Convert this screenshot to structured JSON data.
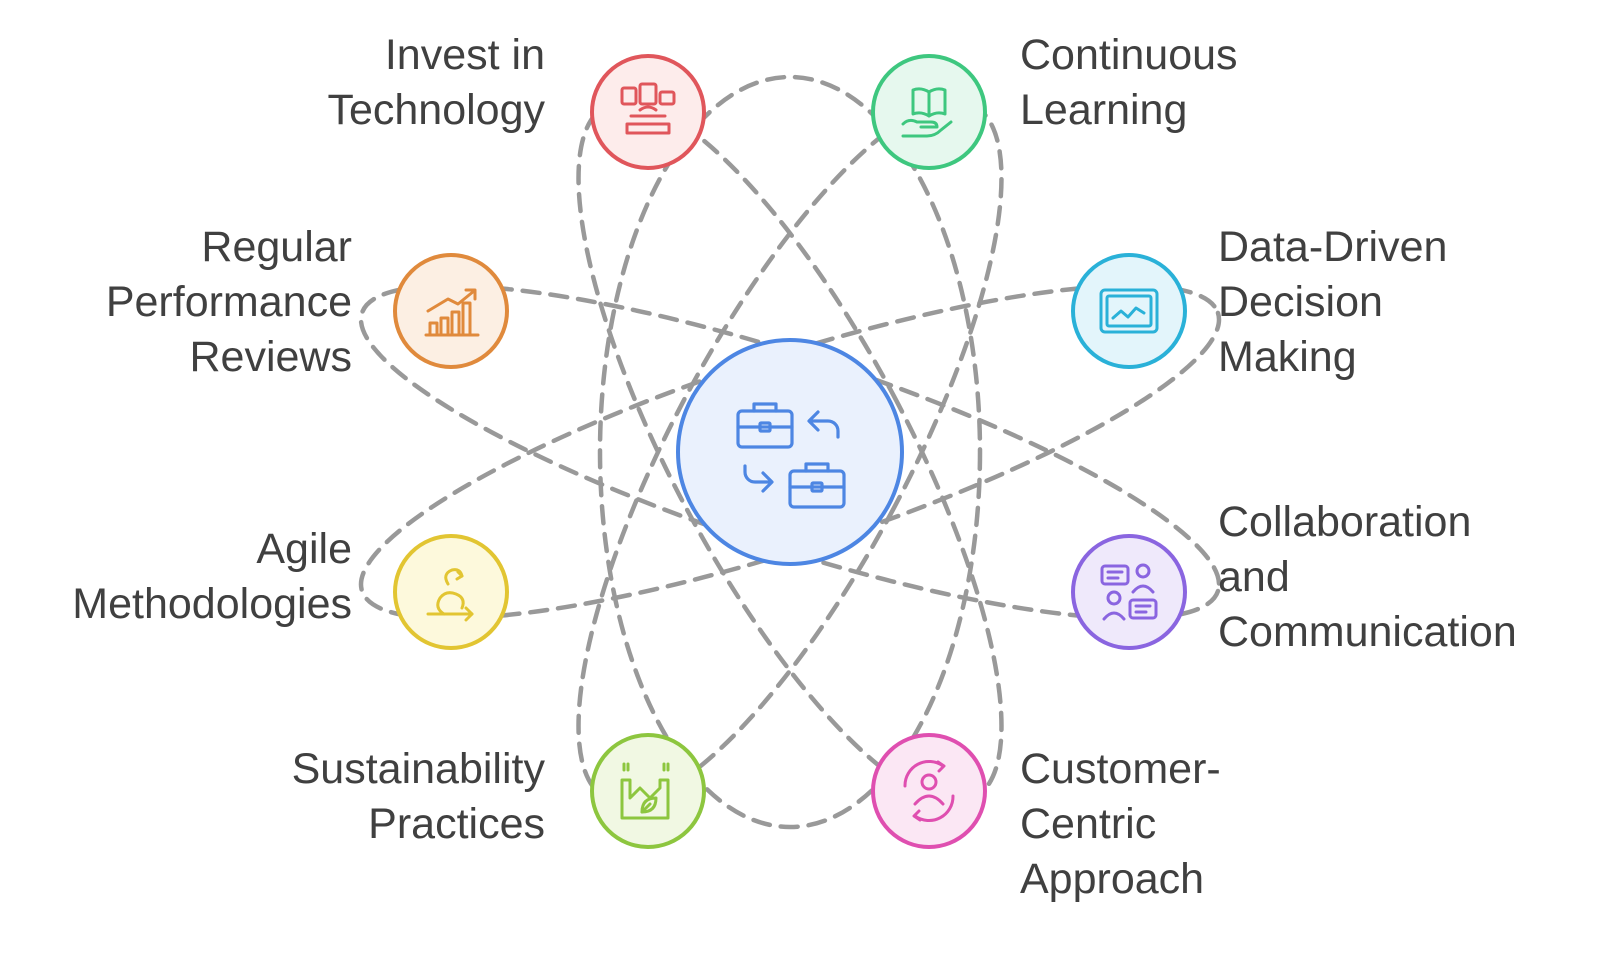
{
  "nodes": [
    {
      "key": "tech",
      "color": "#e0565b",
      "fill": "#fdeceb",
      "icon": "devices-icon",
      "lines": [
        "Invest in",
        "Technology"
      ]
    },
    {
      "key": "learn",
      "color": "#3ec77f",
      "fill": "#e6f8ee",
      "icon": "book-in-hand-icon",
      "lines": [
        "Continuous",
        "Learning"
      ]
    },
    {
      "key": "reviews",
      "color": "#e08a3c",
      "fill": "#fcefe3",
      "icon": "growth-chart-icon",
      "lines": [
        "Regular",
        "Performance",
        "Reviews"
      ]
    },
    {
      "key": "data",
      "color": "#2ab1d8",
      "fill": "#e3f5fb",
      "icon": "line-chart-monitor-icon",
      "lines": [
        "Data-Driven",
        "Decision",
        "Making"
      ]
    },
    {
      "key": "agile",
      "color": "#e2c532",
      "fill": "#fdf9dc",
      "icon": "agile-loop-icon",
      "lines": [
        "Agile",
        "Methodologies"
      ]
    },
    {
      "key": "collab",
      "color": "#8a65e0",
      "fill": "#efe9fb",
      "icon": "people-chat-icon",
      "lines": [
        "Collaboration",
        "and",
        "Communication"
      ]
    },
    {
      "key": "sustain",
      "color": "#8dc63f",
      "fill": "#f1f8e3",
      "icon": "eco-factory-icon",
      "lines": [
        "Sustainability",
        "Practices"
      ]
    },
    {
      "key": "cust",
      "color": "#df4fb0",
      "fill": "#fbe7f4",
      "icon": "customer-cycle-icon",
      "lines": [
        "Customer-",
        "Centric",
        "Approach"
      ]
    }
  ],
  "center": {
    "color": "#4d86e3",
    "fill": "#eaf1fd",
    "icon": "briefcase-swap-icon"
  },
  "connector_color": "#999999"
}
